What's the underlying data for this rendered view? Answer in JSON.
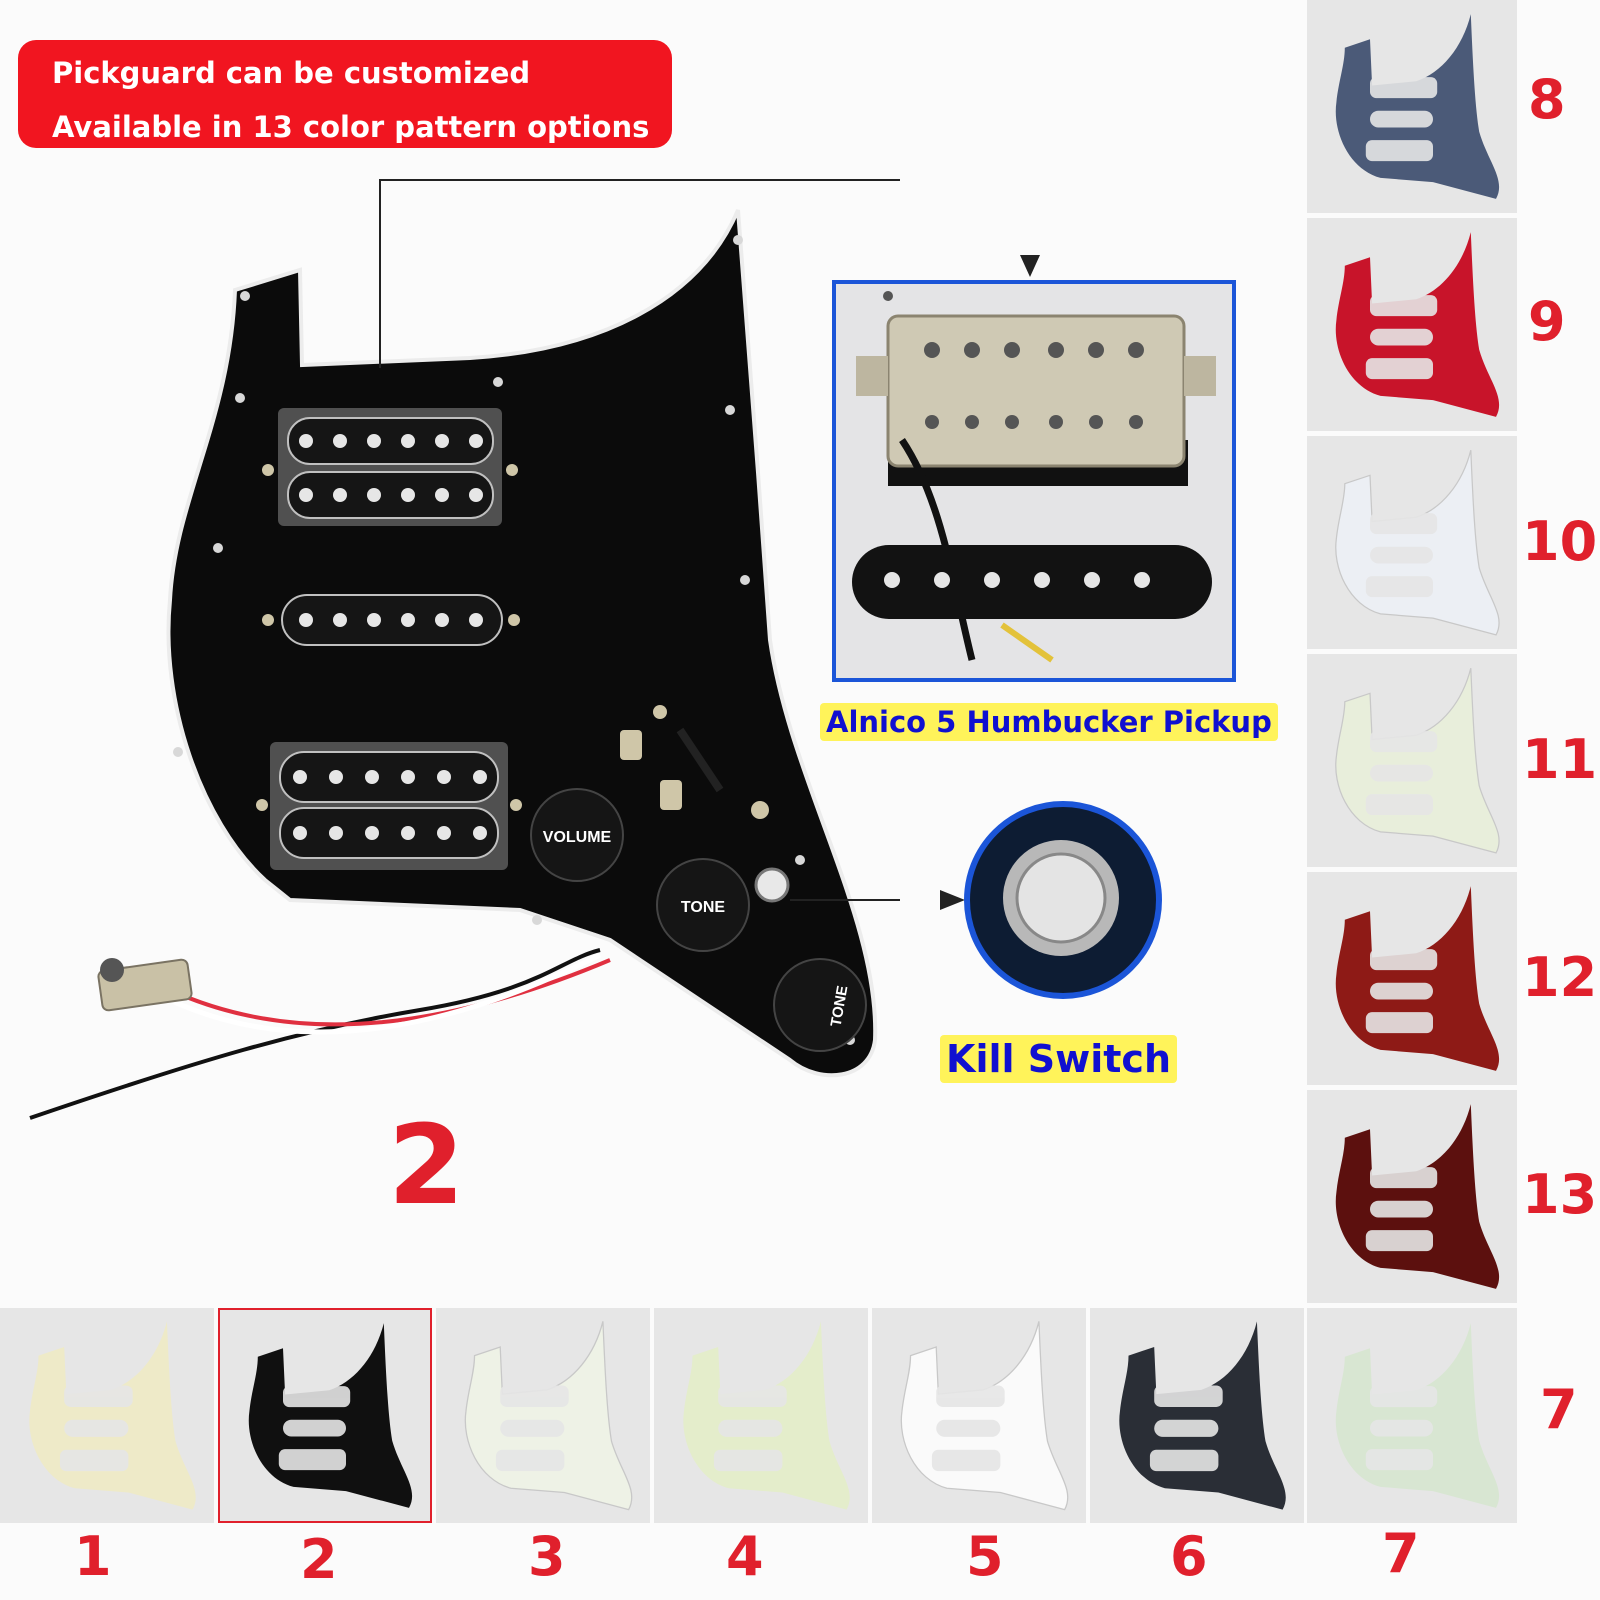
{
  "banner": {
    "line1": "Pickguard can be customized",
    "line2": "Available in 13 color pattern options"
  },
  "main_image": {
    "number": "2",
    "knob_labels": [
      "VOLUME",
      "TONE",
      "TONE"
    ],
    "inset_caption": "Alnico 5 Humbucker Pickup",
    "switch_caption": "Kill Switch"
  },
  "colors": {
    "accent_red": "#e0202c",
    "banner_red": "#f11520",
    "caption_blue": "#1010d0",
    "caption_yellow": "#fff35a",
    "inset_border": "#1b55d8"
  },
  "options": [
    {
      "number": "1",
      "color": "#eeeac8"
    },
    {
      "number": "2",
      "color": "#101010",
      "selected": true
    },
    {
      "number": "3",
      "color": "#eef2e6"
    },
    {
      "number": "4",
      "color": "#e4edcb"
    },
    {
      "number": "5",
      "color": "#fafafa"
    },
    {
      "number": "6",
      "color": "#2a2e36"
    },
    {
      "number": "7",
      "color": "#d8e6d2"
    },
    {
      "number": "8",
      "color": "#4b5a78"
    },
    {
      "number": "9",
      "color": "#c8142a"
    },
    {
      "number": "10",
      "color": "#eceff4"
    },
    {
      "number": "11",
      "color": "#e8eedb"
    },
    {
      "number": "12",
      "color": "#8e1a16"
    },
    {
      "number": "13",
      "color": "#5c100e"
    }
  ],
  "extra_label": "7"
}
